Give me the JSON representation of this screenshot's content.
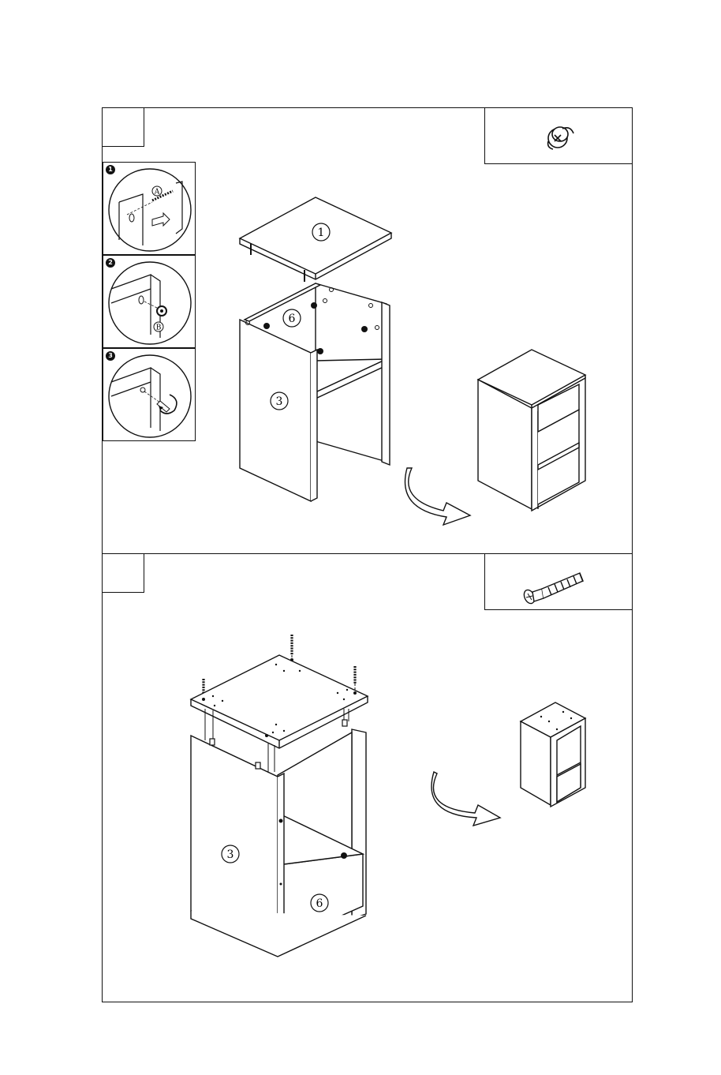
{
  "step1": {
    "number": "",
    "substeps": [
      {
        "marker": "1",
        "hardware": "A"
      },
      {
        "marker": "2",
        "hardware": "B"
      },
      {
        "marker": "3"
      }
    ],
    "part_labels": {
      "top": "1",
      "side": "3",
      "back": "6"
    }
  },
  "step2": {
    "number": "",
    "part_labels": {
      "side": "3",
      "drawer": "6"
    }
  },
  "icons": {
    "step1_hardware": "cam-lock-icon",
    "step2_hardware": "screw-icon",
    "arrow": "curved-arrow-icon"
  }
}
